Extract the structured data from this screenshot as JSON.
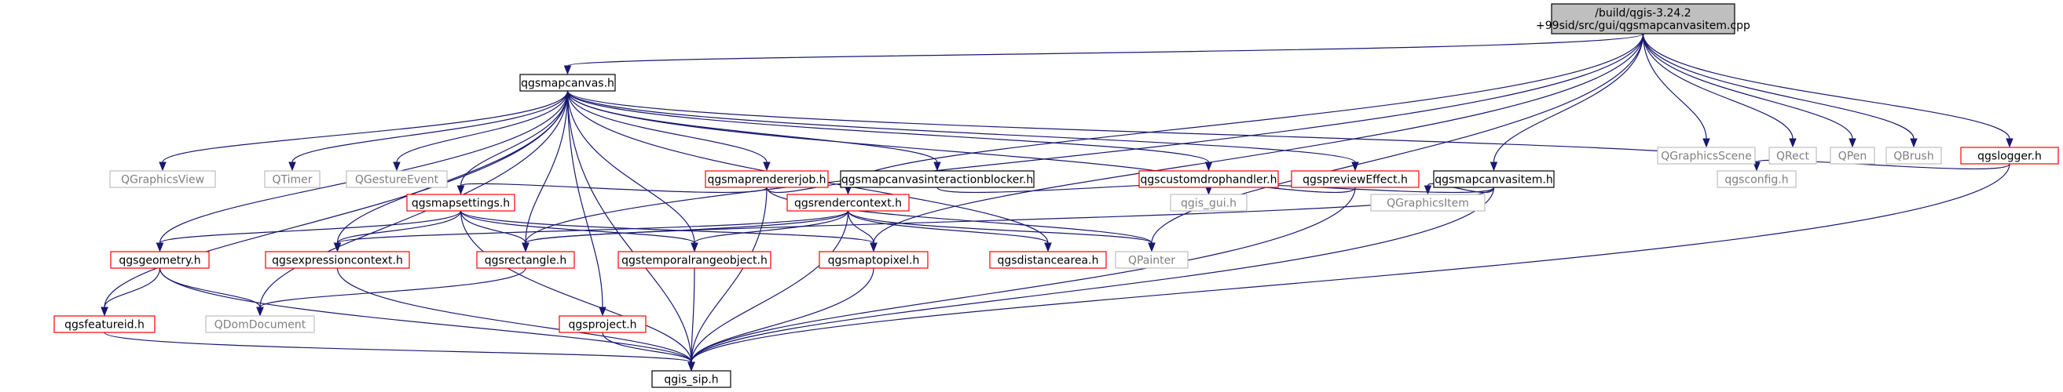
{
  "diagram": {
    "colors": {
      "edge": "#191970",
      "node_normal": "#000000",
      "node_link": "#ff0000",
      "node_external": "#bfbfbf",
      "root_fill": "#bfbfbf",
      "text": "#000000",
      "text_external": "#7f7f7f"
    },
    "nodes": [
      {
        "id": "root",
        "lines": [
          "/build/qgis-3.24.2",
          "+99sid/src/gui/qgsmapcanvasitem.cpp"
        ],
        "kind": "root"
      },
      {
        "id": "mapcanvas",
        "lines": [
          "qgsmapcanvas.h"
        ],
        "kind": "normal"
      },
      {
        "id": "qgraphicsscene",
        "lines": [
          "QGraphicsScene"
        ],
        "kind": "external"
      },
      {
        "id": "qrect",
        "lines": [
          "QRect"
        ],
        "kind": "external"
      },
      {
        "id": "qpen",
        "lines": [
          "QPen"
        ],
        "kind": "external"
      },
      {
        "id": "qbrush",
        "lines": [
          "QBrush"
        ],
        "kind": "external"
      },
      {
        "id": "logger",
        "lines": [
          "qgslogger.h"
        ],
        "kind": "link"
      },
      {
        "id": "qgraphicsview",
        "lines": [
          "QGraphicsView"
        ],
        "kind": "external"
      },
      {
        "id": "qtimer",
        "lines": [
          "QTimer"
        ],
        "kind": "external"
      },
      {
        "id": "qgestureevent",
        "lines": [
          "QGestureEvent"
        ],
        "kind": "external"
      },
      {
        "id": "renderjob",
        "lines": [
          "qgsmaprendererjob.h"
        ],
        "kind": "link"
      },
      {
        "id": "blocker",
        "lines": [
          "qgsmapcanvasinteractionblocker.h"
        ],
        "kind": "normal"
      },
      {
        "id": "dragdrop",
        "lines": [
          "qgscustomdrophandler.h"
        ],
        "kind": "link"
      },
      {
        "id": "preview",
        "lines": [
          "qgspreviewEffect.h"
        ],
        "kind": "link"
      },
      {
        "id": "canvasitem",
        "lines": [
          "qgsmapcanvasitem.h"
        ],
        "kind": "normal"
      },
      {
        "id": "config",
        "lines": [
          "qgsconfig.h"
        ],
        "kind": "external"
      },
      {
        "id": "mapsettings",
        "lines": [
          "qgsmapsettings.h"
        ],
        "kind": "link"
      },
      {
        "id": "rendercontext",
        "lines": [
          "qgsrendercontext.h"
        ],
        "kind": "link"
      },
      {
        "id": "gui",
        "lines": [
          "qgis_gui.h"
        ],
        "kind": "external"
      },
      {
        "id": "qgraphicsitem",
        "lines": [
          "QGraphicsItem"
        ],
        "kind": "external"
      },
      {
        "id": "geometry",
        "lines": [
          "qgsgeometry.h"
        ],
        "kind": "link"
      },
      {
        "id": "exprctx",
        "lines": [
          "qgsexpressioncontext.h"
        ],
        "kind": "link"
      },
      {
        "id": "rectangle",
        "lines": [
          "qgsrectangle.h"
        ],
        "kind": "link"
      },
      {
        "id": "temporal",
        "lines": [
          "qgstemporalrangeobject.h"
        ],
        "kind": "link"
      },
      {
        "id": "maptopixel",
        "lines": [
          "qgsmaptopixel.h"
        ],
        "kind": "link"
      },
      {
        "id": "distarea",
        "lines": [
          "qgsdistancearea.h"
        ],
        "kind": "link"
      },
      {
        "id": "qpainter",
        "lines": [
          "QPainter"
        ],
        "kind": "external"
      },
      {
        "id": "featureid",
        "lines": [
          "qgsfeatureid.h"
        ],
        "kind": "link"
      },
      {
        "id": "qdomdocument",
        "lines": [
          "QDomDocument"
        ],
        "kind": "external"
      },
      {
        "id": "project",
        "lines": [
          "qgsproject.h"
        ],
        "kind": "link"
      },
      {
        "id": "sip",
        "lines": [
          "qgis_sip.h"
        ],
        "kind": "normal"
      }
    ],
    "edges": [
      [
        "root",
        "mapcanvas"
      ],
      [
        "root",
        "qgraphicsscene"
      ],
      [
        "root",
        "qrect"
      ],
      [
        "root",
        "qpen"
      ],
      [
        "root",
        "qbrush"
      ],
      [
        "root",
        "logger"
      ],
      [
        "root",
        "canvasitem"
      ],
      [
        "root",
        "rendercontext"
      ],
      [
        "root",
        "rectangle"
      ],
      [
        "root",
        "maptopixel"
      ],
      [
        "root",
        "qpainter"
      ],
      [
        "mapcanvas",
        "qgraphicsview"
      ],
      [
        "mapcanvas",
        "qtimer"
      ],
      [
        "mapcanvas",
        "qgestureevent"
      ],
      [
        "mapcanvas",
        "renderjob"
      ],
      [
        "mapcanvas",
        "blocker"
      ],
      [
        "mapcanvas",
        "dragdrop"
      ],
      [
        "mapcanvas",
        "preview"
      ],
      [
        "mapcanvas",
        "config"
      ],
      [
        "mapcanvas",
        "mapsettings"
      ],
      [
        "mapcanvas",
        "gui"
      ],
      [
        "mapcanvas",
        "geometry"
      ],
      [
        "mapcanvas",
        "exprctx"
      ],
      [
        "mapcanvas",
        "rectangle"
      ],
      [
        "mapcanvas",
        "temporal"
      ],
      [
        "mapcanvas",
        "distarea"
      ],
      [
        "mapcanvas",
        "featureid"
      ],
      [
        "mapcanvas",
        "qdomdocument"
      ],
      [
        "mapcanvas",
        "project"
      ],
      [
        "mapcanvas",
        "sip"
      ],
      [
        "logger",
        "config"
      ],
      [
        "logger",
        "sip"
      ],
      [
        "renderjob",
        "mapsettings"
      ],
      [
        "renderjob",
        "rendercontext"
      ],
      [
        "renderjob",
        "qpainter"
      ],
      [
        "renderjob",
        "sip"
      ],
      [
        "blocker",
        "gui"
      ],
      [
        "dragdrop",
        "gui"
      ],
      [
        "preview",
        "gui"
      ],
      [
        "preview",
        "sip"
      ],
      [
        "canvasitem",
        "gui"
      ],
      [
        "canvasitem",
        "qgraphicsitem"
      ],
      [
        "canvasitem",
        "rectangle"
      ],
      [
        "canvasitem",
        "sip"
      ],
      [
        "mapsettings",
        "geometry"
      ],
      [
        "mapsettings",
        "exprctx"
      ],
      [
        "mapsettings",
        "rectangle"
      ],
      [
        "mapsettings",
        "temporal"
      ],
      [
        "mapsettings",
        "maptopixel"
      ],
      [
        "mapsettings",
        "sip"
      ],
      [
        "rendercontext",
        "exprctx"
      ],
      [
        "rendercontext",
        "rectangle"
      ],
      [
        "rendercontext",
        "temporal"
      ],
      [
        "rendercontext",
        "maptopixel"
      ],
      [
        "rendercontext",
        "distarea"
      ],
      [
        "rendercontext",
        "qpainter"
      ],
      [
        "rendercontext",
        "sip"
      ],
      [
        "geometry",
        "featureid"
      ],
      [
        "geometry",
        "qdomdocument"
      ],
      [
        "geometry",
        "sip"
      ],
      [
        "exprctx",
        "sip"
      ],
      [
        "rectangle",
        "qdomdocument"
      ],
      [
        "temporal",
        "sip"
      ],
      [
        "maptopixel",
        "sip"
      ],
      [
        "featureid",
        "sip"
      ],
      [
        "project",
        "sip"
      ]
    ]
  }
}
